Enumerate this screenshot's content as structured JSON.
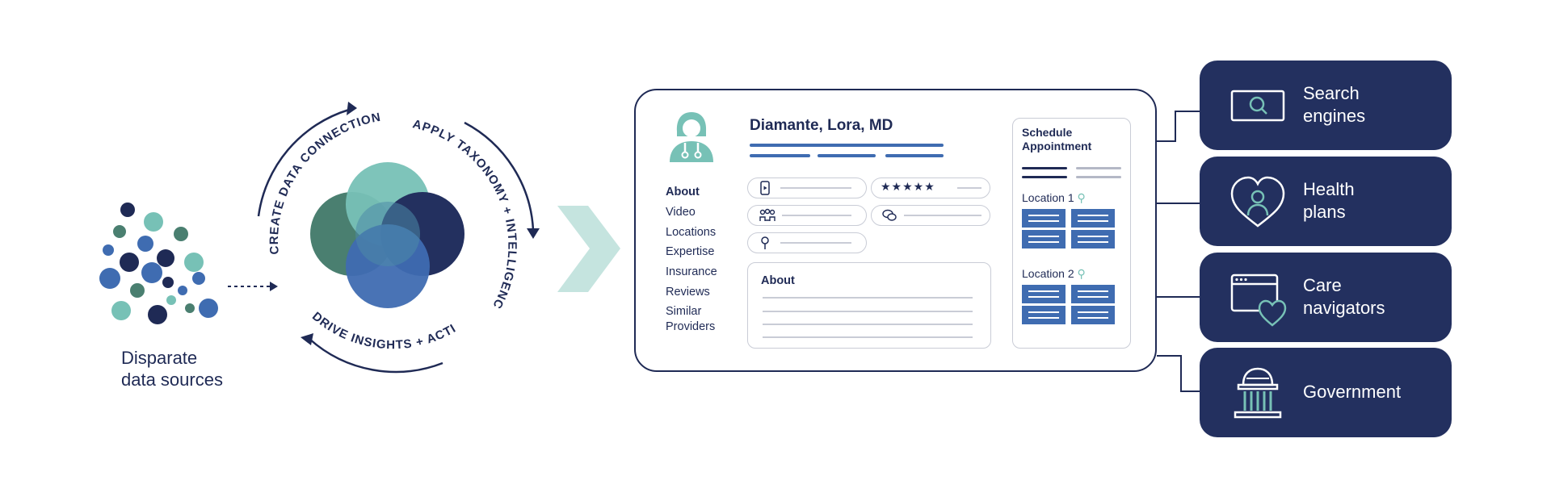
{
  "sources": {
    "label_line1": "Disparate",
    "label_line2": "data sources"
  },
  "cycle": {
    "step_create": "CREATE DATA CONNECTIONS",
    "step_apply": "APPLY TAXONOMY + INTELLIGENCE",
    "step_drive": "DRIVE INSIGHTS + ACTIONS"
  },
  "profile": {
    "doctor_name": "Diamante, Lora, MD",
    "nav": [
      "About",
      "Video",
      "Locations",
      "Expertise",
      "Insurance",
      "Reviews",
      "Similar",
      "Providers"
    ],
    "rating_stars": "★★★★★",
    "about_title": "About",
    "schedule_title_line1": "Schedule",
    "schedule_title_line2": "Appointment",
    "location1": "Location 1",
    "location2": "Location 2"
  },
  "audiences": [
    {
      "line1": "Search",
      "line2": "engines",
      "icon": "search-monitor-icon"
    },
    {
      "line1": "Health",
      "line2": "plans",
      "icon": "heart-person-icon"
    },
    {
      "line1": "Care",
      "line2": "navigators",
      "icon": "browser-heart-icon"
    },
    {
      "line1": "Government",
      "line2": "",
      "icon": "capitol-building-icon"
    }
  ],
  "colors": {
    "navy": "#1f2a55",
    "tile_bg": "#23305f",
    "teal": "#77c1b6",
    "dark_teal": "#4a7f70",
    "blue": "#3f6cb1",
    "light_teal_arrow": "#c5e4df"
  }
}
